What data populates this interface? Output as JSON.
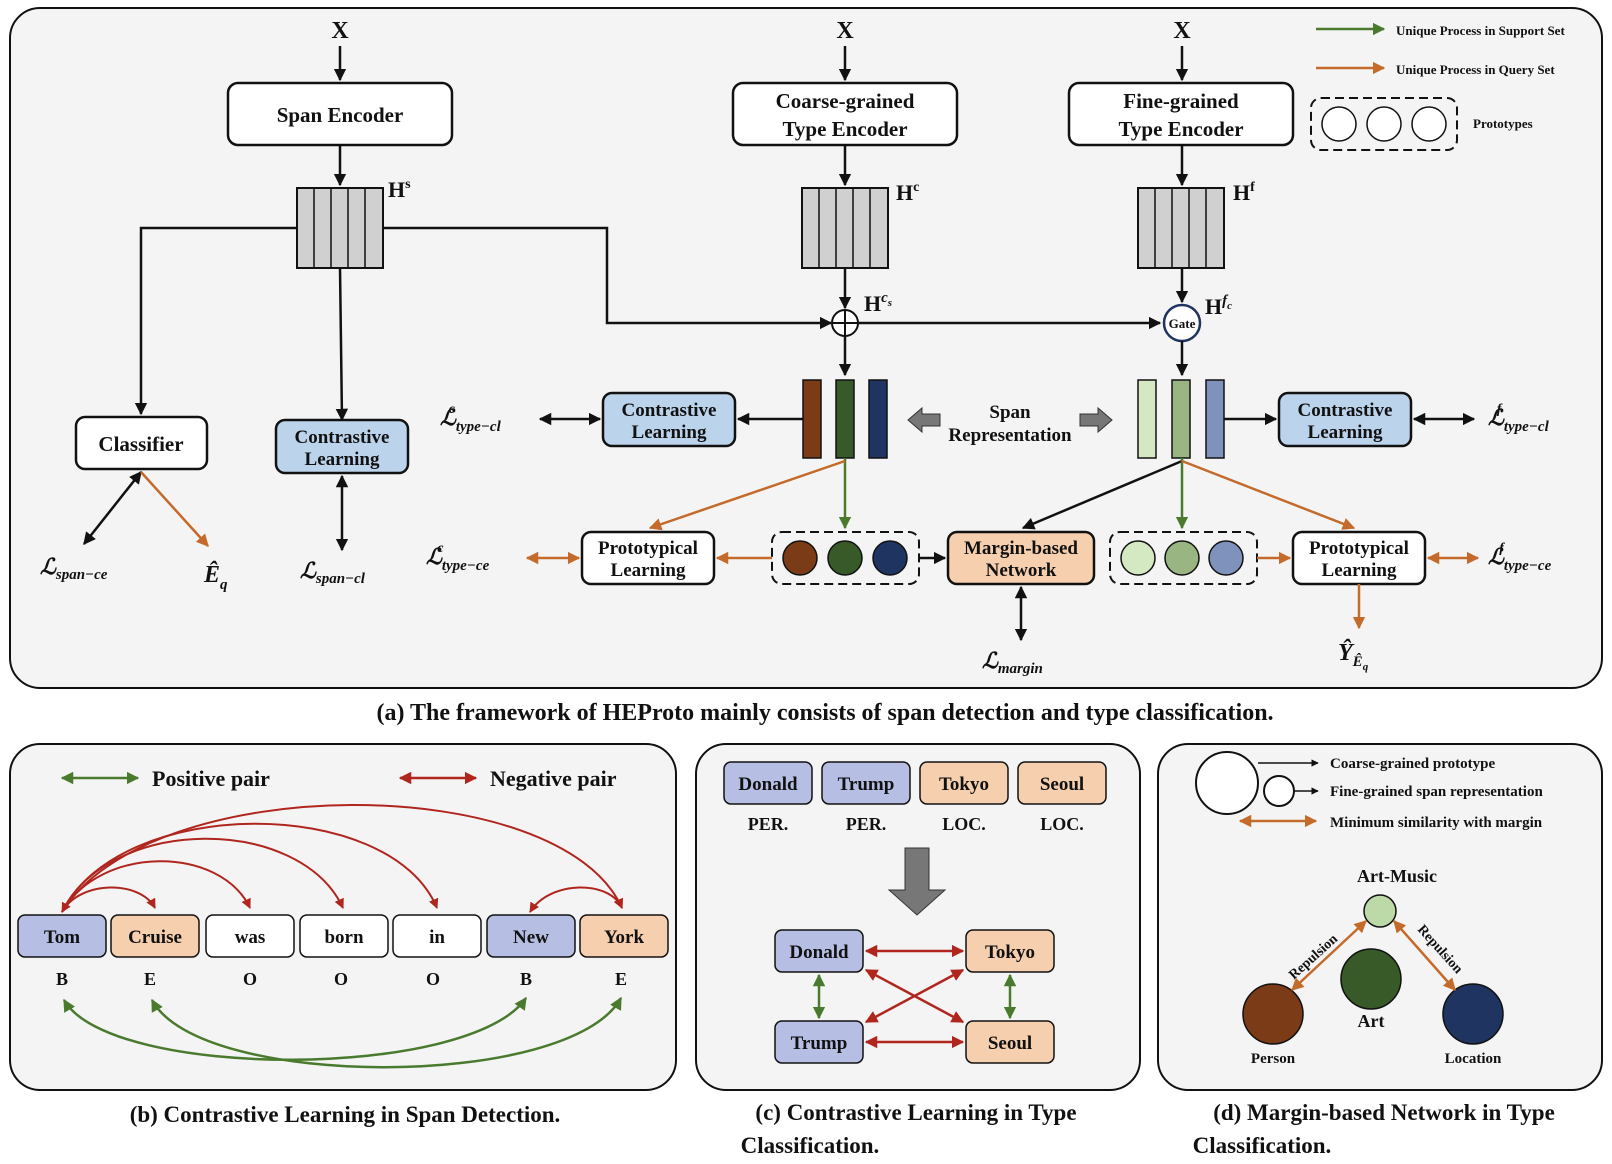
{
  "colors": {
    "support": "#4a7a2e",
    "query": "#c46a2a",
    "negative": "#b0261e",
    "black": "#111111",
    "panel_bg": "#f4f4f4",
    "encoder_bg": "#ffffff",
    "blue_box": "#bcd3ec",
    "orange_box": "#f6cfae",
    "label_blue": "#b6bfe3",
    "coarse": [
      "#7a3b16",
      "#375a28",
      "#1f3461"
    ],
    "fine": [
      "#d4e8c2",
      "#98b582",
      "#7f92bc"
    ]
  },
  "legend": {
    "support_label": "Unique Process in Support Set",
    "query_label": "Unique Process in Query Set",
    "prototypes_label": "Prototypes"
  },
  "panel_a": {
    "inputs": [
      "X",
      "X",
      "X"
    ],
    "span_encoder": "Span Encoder",
    "coarse_encoder": [
      "Coarse-grained",
      "Type Encoder"
    ],
    "fine_encoder": [
      "Fine-grained",
      "Type Encoder"
    ],
    "hs": {
      "base": "H",
      "sup": "s"
    },
    "hc": {
      "base": "H",
      "sup": "c"
    },
    "hf": {
      "base": "H",
      "sup": "f"
    },
    "hcs": {
      "base": "H",
      "sup": "c",
      "subsup": "s"
    },
    "hfc": {
      "base": "H",
      "sup": "f",
      "subsup": "c"
    },
    "gate": "Gate",
    "classifier": "Classifier",
    "contrastive": [
      "Contrastive",
      "Learning"
    ],
    "prototypical": [
      "Prototypical",
      "Learning"
    ],
    "margin_network": [
      "Margin-based",
      "Network"
    ],
    "span_representation": [
      "Span",
      "Representation"
    ],
    "loss_script": "ℒ",
    "loss_span_ce": "span−ce",
    "loss_span_cl": "span−cl",
    "loss_type_cl": "type−cl",
    "loss_type_ce": "type−ce",
    "loss_margin": "margin",
    "sup_c": "c",
    "sup_f": "f",
    "e_hat": "Ê",
    "e_hat_sub": "q",
    "y_hat": "Ŷ",
    "y_hat_sub": "Ê",
    "y_hat_subsub": "q",
    "caption": "(a) The framework of HEProto mainly consists of span detection and type classification."
  },
  "panel_b": {
    "positive_label": "Positive pair",
    "negative_label": "Negative pair",
    "tokens": [
      "Tom",
      "Cruise",
      "was",
      "born",
      "in",
      "New",
      "York"
    ],
    "tags": [
      "B",
      "E",
      "O",
      "O",
      "O",
      "B",
      "E"
    ],
    "caption": "(b) Contrastive Learning in Span Detection."
  },
  "panel_c": {
    "entities": [
      "Donald",
      "Trump",
      "Tokyo",
      "Seoul"
    ],
    "types": [
      "PER.",
      "PER.",
      "LOC.",
      "LOC."
    ],
    "caption": [
      "(c) Contrastive Learning in Type",
      "Classification."
    ]
  },
  "panel_d": {
    "legend_coarse": "Coarse-grained prototype",
    "legend_fine": "Fine-grained span representation",
    "legend_margin": "Minimum similarity with margin",
    "art_music": "Art-Music",
    "art": "Art",
    "person": "Person",
    "location": "Location",
    "repulsion": "Repulsion",
    "caption": [
      "(d) Margin-based Network in Type",
      "Classification."
    ]
  }
}
